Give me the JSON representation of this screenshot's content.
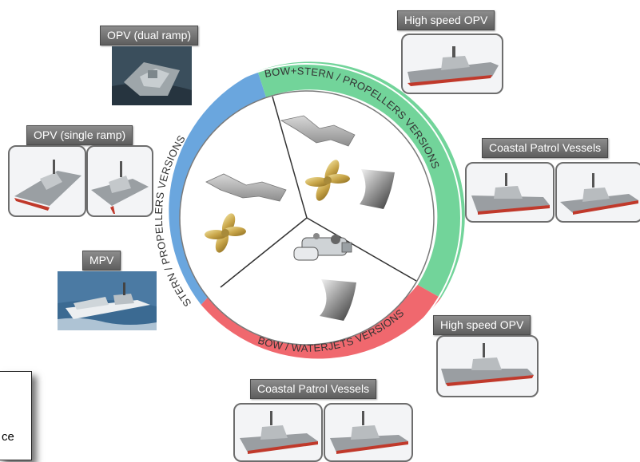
{
  "ring_labels": {
    "top": "BOW+STERN / PROPELLERS VERSIONS",
    "left": "STERN / PROPELLERS VERSIONS",
    "bottom": "BOW / WATERJETS VERSIONS"
  },
  "colors": {
    "green": "#72d49a",
    "blue": "#6aa6de",
    "red": "#f0686e",
    "label_bg": "#6f6f6f"
  },
  "vessels": [
    {
      "label": "OPV (dual ramp)"
    },
    {
      "label": "High speed OPV"
    },
    {
      "label": "OPV (single ramp)"
    },
    {
      "label": "Coastal Patrol Vessels"
    },
    {
      "label": "MPV"
    },
    {
      "label": "High speed OPV"
    },
    {
      "label": "Coastal Patrol Vessels"
    }
  ],
  "footer_text": "ce"
}
